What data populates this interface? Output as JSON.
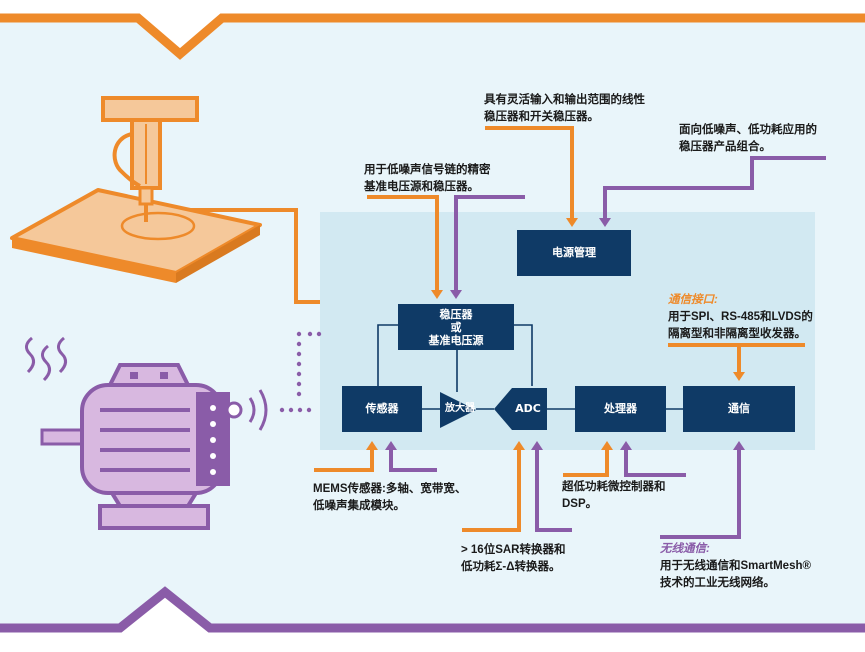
{
  "blocks": {
    "power_mgmt": "电源管理",
    "regulator_l1": "稳压器",
    "regulator_l2": "或",
    "regulator_l3": "基准电压源",
    "sensor": "传感器",
    "amplifier": "放大器",
    "adc": "ADC",
    "processor": "处理器",
    "comms": "通信"
  },
  "notes": {
    "linear_regulator": [
      "具有灵活输入和输出范围的线性",
      "稳压器和开关稳压器。"
    ],
    "low_noise_regulator": [
      "面向低噪声、低功耗应用的",
      "稳压器产品组合。"
    ],
    "precision_reference": [
      "用于低噪声信号链的精密",
      "基准电压源和稳压器。"
    ],
    "comm_interface_title": "通信接口:",
    "comm_interface": [
      "用于SPI、RS-485和LVDS的",
      "隔离型和非隔离型收发器。"
    ],
    "mems": [
      "MEMS传感器:多轴、宽带宽、",
      "低噪声集成模块。"
    ],
    "mcu": [
      "超低功耗微控制器和",
      "DSP。"
    ],
    "sar_adc": [
      "> 16位SAR转换器和",
      "低功耗Σ-Δ转换器。"
    ],
    "wireless_title": "无线通信:",
    "wireless": [
      "用于无线通信和SmartMesh®",
      "技术的工业无线网络。"
    ]
  },
  "colors": {
    "orange": "#ee8a2a",
    "purple": "#8a5ca8",
    "navy": "#0f3a66",
    "panel": "#d8edf5",
    "background": "#e9f5fa"
  }
}
